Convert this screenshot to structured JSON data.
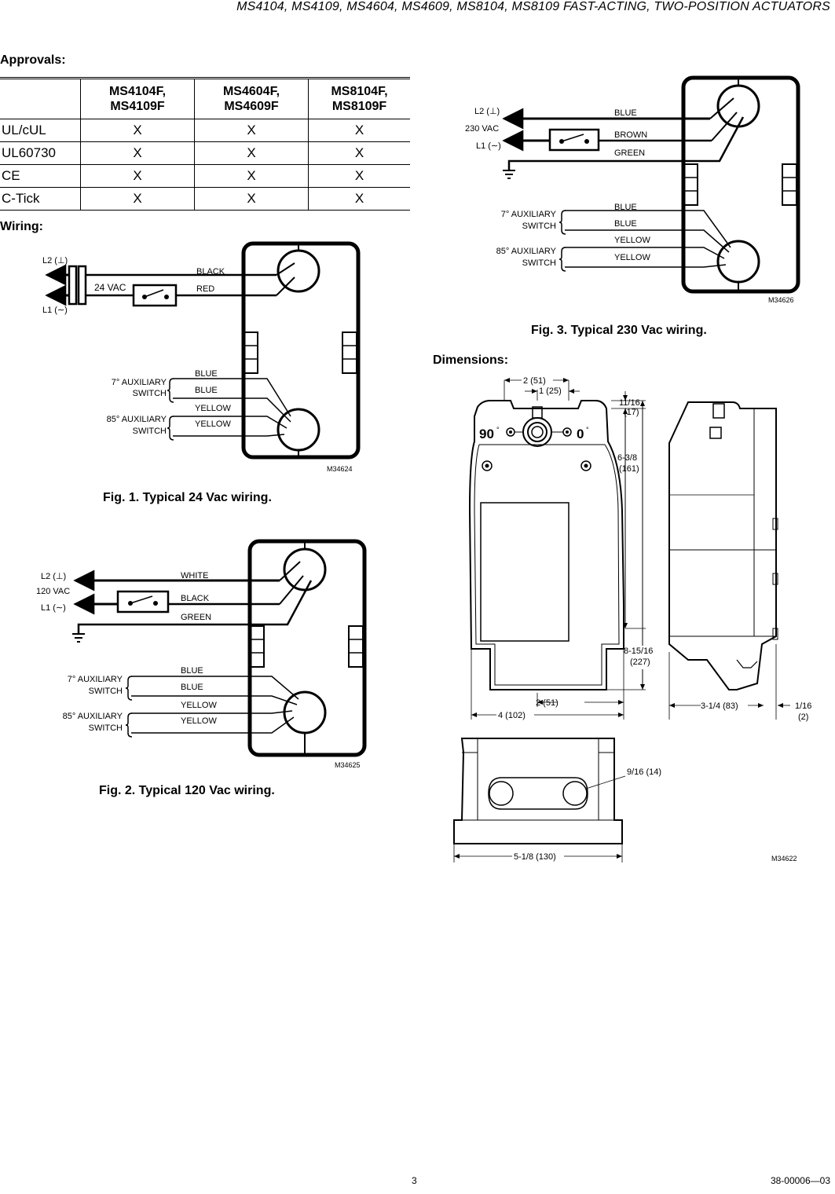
{
  "header": {
    "title": "MS4104, MS4109, MS4604, MS4609, MS8104, MS8109 FAST-ACTING, TWO-POSITION ACTUATORS"
  },
  "approvals": {
    "heading": "Approvals:",
    "columns": [
      "",
      "MS4104F,\nMS4109F",
      "MS4604F,\nMS4609F",
      "MS8104F,\nMS8109F"
    ],
    "rows": [
      [
        "UL/cUL",
        "X",
        "X",
        "X"
      ],
      [
        "UL60730",
        "X",
        "X",
        "X"
      ],
      [
        "CE",
        "X",
        "X",
        "X"
      ],
      [
        "C-Tick",
        "X",
        "X",
        "X"
      ]
    ]
  },
  "wiring": {
    "heading": "Wiring:"
  },
  "fig1": {
    "caption": "Fig. 1. Typical 24 Vac wiring.",
    "code": "M34624",
    "l2": "L2 (⊥)",
    "l1": "L1 (∼)",
    "voltage": "24 VAC",
    "wires": [
      "BLACK",
      "RED"
    ],
    "aux7": "7° AUXILIARY",
    "aux85": "85° AUXILIARY",
    "switch": "SWITCH",
    "aux_wires": [
      "BLUE",
      "BLUE",
      "YELLOW",
      "YELLOW"
    ]
  },
  "fig2": {
    "caption": "Fig. 2. Typical 120 Vac wiring.",
    "code": "M34625",
    "l2": "L2 (⊥)",
    "l1": "L1 (∼)",
    "voltage": "120 VAC",
    "wires": [
      "WHITE",
      "BLACK",
      "GREEN"
    ],
    "aux7": "7° AUXILIARY",
    "aux85": "85° AUXILIARY",
    "switch": "SWITCH",
    "aux_wires": [
      "BLUE",
      "BLUE",
      "YELLOW",
      "YELLOW"
    ]
  },
  "fig3": {
    "caption": "Fig. 3. Typical 230 Vac wiring.",
    "code": "M34626",
    "l2": "L2 (⊥)",
    "l1": "L1 (∼)",
    "voltage": "230 VAC",
    "wires": [
      "BLUE",
      "BROWN",
      "GREEN"
    ],
    "aux7": "7° AUXILIARY",
    "aux85": "85° AUXILIARY",
    "switch": "SWITCH",
    "aux_wires": [
      "BLUE",
      "BLUE",
      "YELLOW",
      "YELLOW"
    ]
  },
  "dimensions": {
    "heading": "Dimensions:",
    "code": "M34622",
    "labels": {
      "d_2_51_top": "2 (51)",
      "d_1_25": "1 (25)",
      "d_11_16": "11/16",
      "d_17": "(17)",
      "d_6_3_8": "6-3/8",
      "d_161": "(161)",
      "d_8_15_16": "8-15/16",
      "d_227": "(227)",
      "d_2_51_bottom": "2 (51)",
      "d_4_102": "4 (102)",
      "d_3_1_4": "3-1/4 (83)",
      "d_1_16": "1/16",
      "d_2": "(2)",
      "d_9_16": "9/16 (14)",
      "d_5_1_8": "5-1/8 (130)",
      "deg90": "90",
      "deg0": "0",
      "deg": "°"
    }
  },
  "footer": {
    "page": "3",
    "doc": "38-00006—03"
  }
}
